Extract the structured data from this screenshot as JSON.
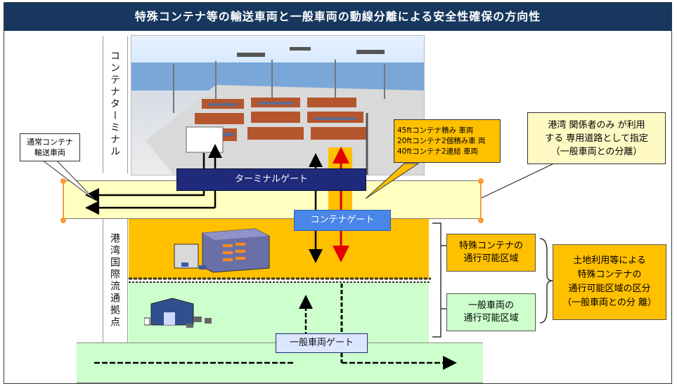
{
  "title": "特殊コンテナ等の輸送車両と一般車両の動線分離による安全性確保の方向性",
  "labels": {
    "terminal": "コンテナターミナル",
    "hub": "港湾国際流通拠点"
  },
  "gates": {
    "terminal_gate": "ターミナルゲート",
    "container_gate": "コンテナゲート",
    "general_gate": "一般車両ゲート"
  },
  "callouts": {
    "normal_vehicle": [
      "通常コンテナ",
      "輸送車両"
    ],
    "special_vehicles": [
      "45ftコンテナ積み 車両",
      "20ftコンテナ2個積み車 両",
      "40ftコンテナ2連結 車両"
    ],
    "dedicated_road": [
      "港湾 関係者のみ が利用",
      "する 専用道路として指定",
      "（一般車両との分離）"
    ]
  },
  "zones": {
    "special_zone": [
      "特殊コンテナの",
      "通行可能区域"
    ],
    "general_zone": [
      "一般車両の",
      "通行可能区域"
    ],
    "land_use": [
      "土地利用等による",
      "特殊コンテナの",
      "通行可能区域の区分",
      "（一般車両との分 離）"
    ]
  },
  "colors": {
    "title_bg": "#17375e",
    "road_yellow": "#ffffc0",
    "special_zone": "#ffc000",
    "general_zone": "#ccffcc",
    "terminal_gate": "#1f2a7a",
    "container_gate": "#4a86e8",
    "red_arrow": "#e00000"
  }
}
